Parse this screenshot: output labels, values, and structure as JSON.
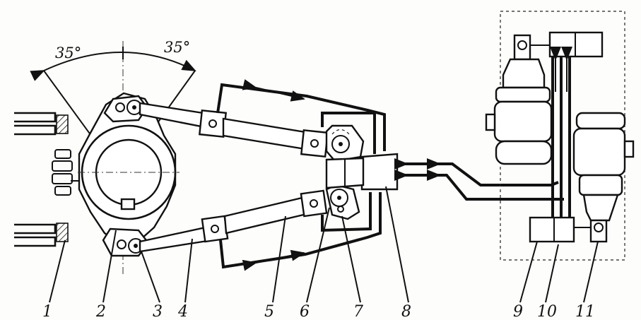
{
  "diagram": {
    "angles": {
      "left": "35°",
      "right": "35°"
    },
    "parts": [
      {
        "id": "part-1",
        "label": "1"
      },
      {
        "id": "part-2",
        "label": "2"
      },
      {
        "id": "part-3",
        "label": "3"
      },
      {
        "id": "part-4",
        "label": "4"
      },
      {
        "id": "part-5",
        "label": "5"
      },
      {
        "id": "part-6",
        "label": "6"
      },
      {
        "id": "part-7",
        "label": "7"
      },
      {
        "id": "part-8",
        "label": "8"
      },
      {
        "id": "part-9",
        "label": "9"
      },
      {
        "id": "part-10",
        "label": "10"
      },
      {
        "id": "part-11",
        "label": "11"
      }
    ]
  }
}
